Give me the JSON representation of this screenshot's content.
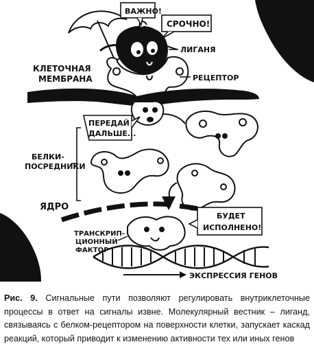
{
  "figure": {
    "bubble_vazhno": "ВАЖНО!",
    "bubble_srochno": "СРОЧНО!",
    "label_ligand": "ЛИГАНЯ",
    "label_membrane_1": "КЛЕТОЧНАЯ",
    "label_membrane_2": "МЕМБРАНА",
    "label_receptor": "РЕЦЕПТОР",
    "bubble_peredai_1": "ПЕРЕДАЙ",
    "bubble_peredai_2": "ДАЛЬШЕ...",
    "label_mediators_1": "БЕЛКИ-",
    "label_mediators_2": "ПОСРЕДНИКИ",
    "label_nucleus": "ЯДРО",
    "bubble_budet_1": "БУДЕТ",
    "bubble_budet_2": "ИСПОЛНЕНО!",
    "label_tf_1": "ТРАНСКРИП-",
    "label_tf_2": "ЦИОННЫЙ",
    "label_tf_3": "ФАКТОР",
    "label_expression": "ЭКСПРЕССИЯ ГЕНОВ"
  },
  "caption": {
    "label": "Рис. 9.",
    "text": " Сигнальные пути позволяют регулировать внутриклеточные процессы в ответ на сигналы извне. Молекулярный вестник – лиганд, связываясь с белком-рецептором на поверхности клетки, запускает каскад реакций, который приводит к изменению активности тех или иных генов"
  }
}
